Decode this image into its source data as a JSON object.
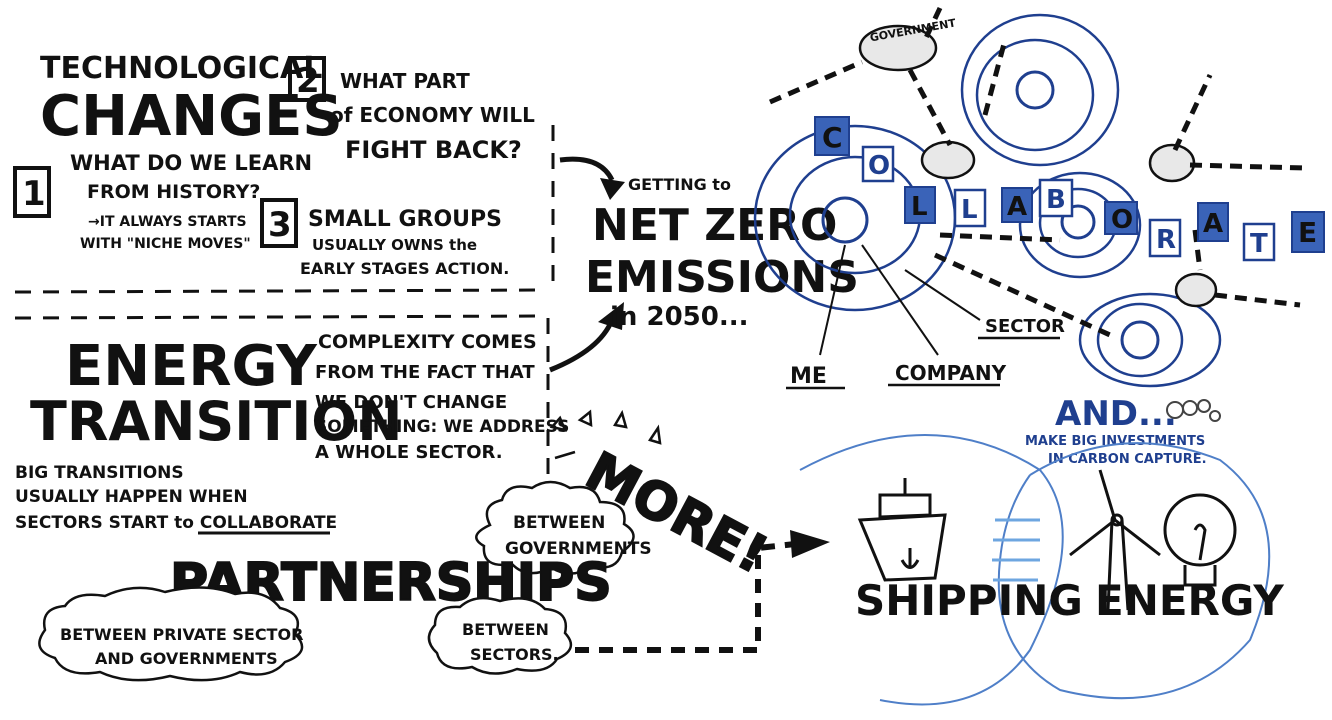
{
  "left_top": {
    "title_line1": "TECHNOLOGICAL",
    "title_line2": "CHANGES",
    "q1": {
      "number": "1",
      "line1": "WHAT DO WE LEARN",
      "line2": "FROM HISTORY?",
      "line3": "→IT ALWAYS STARTS",
      "line4": "WITH \"NICHE MOVES\""
    },
    "q2": {
      "number": "2",
      "line1": "WHAT PART",
      "line2": "of ECONOMY WILL",
      "line3": "FIGHT BACK?"
    },
    "q3": {
      "number": "3",
      "line1": "SMALL GROUPS",
      "line2": "USUALLY OWNS the",
      "line3": "EARLY STAGES ACTION."
    }
  },
  "left_mid": {
    "title_line1": "ENERGY",
    "title_line2": "TRANSITION",
    "complexity": [
      "COMPLEXITY COMES",
      "FROM THE FACT THAT",
      "WE DON'T CHANGE",
      "SOMETHING: WE ADDRESS",
      "A WHOLE SECTOR."
    ],
    "big_transitions": [
      "BIG TRANSITIONS",
      "USUALLY HAPPEN WHEN",
      "SECTORS START to COLLABORATE"
    ]
  },
  "center": {
    "getting_to": "GETTING to",
    "netzero": "NET ZERO",
    "emissions": "EMISSIONS",
    "year": "in 2050...",
    "more": "MORE!"
  },
  "clouds": {
    "governments": [
      "BETWEEN",
      "GOVERNMENTS"
    ],
    "private": [
      "BETWEEN PRIVATE SECTOR",
      "AND GOVERNMENTS"
    ],
    "sectors": [
      "BETWEEN",
      "SECTORS."
    ]
  },
  "partnerships": {
    "title": "PARTNERSHIPS"
  },
  "network": {
    "government": "GOVERNMENT",
    "collaborate": [
      "C",
      "O",
      "L",
      "L",
      "A",
      "B",
      "O",
      "R",
      "A",
      "T",
      "E"
    ],
    "me": "ME",
    "company": "COMPANY",
    "sector": "SECTOR"
  },
  "bottom_right": {
    "and": "AND...",
    "carbon": [
      "MAKE BIG INVESTMENTS",
      "IN CARBON CAPTURE."
    ],
    "shipping": "SHIPPING",
    "energy": "ENERGY"
  },
  "colors": {
    "ink": "#111111",
    "accent_blue": "#1f3f8f",
    "tile_blue": "#3a63b8",
    "light_blue": "#4f7fc8"
  }
}
